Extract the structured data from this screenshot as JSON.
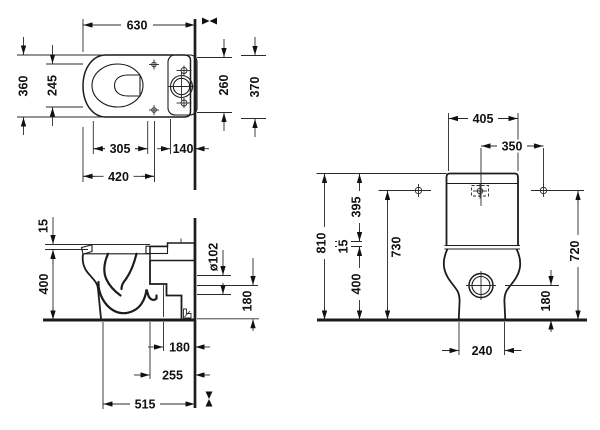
{
  "drawing": {
    "type": "technical-dimension-drawing",
    "colors": {
      "line": "#1c1c1c",
      "background": "#ffffff"
    },
    "top_view": {
      "dims": {
        "w630": "630",
        "w360": "360",
        "w245": "245",
        "w260": "260",
        "w370": "370",
        "w305": "305",
        "w140": "140",
        "w420": "420"
      }
    },
    "side_view": {
      "dims": {
        "h15": "15",
        "h400": "400",
        "dia102": "ø102",
        "h180": "180",
        "b180": "180",
        "b255": "255",
        "b515": "515"
      }
    },
    "front_view": {
      "dims": {
        "w405": "405",
        "w350": "350",
        "h810": "810",
        "h395": "395",
        "h15": "15",
        "h730": "730",
        "h400": "400",
        "h720": "720",
        "h180": "180",
        "w240": "240"
      }
    }
  }
}
